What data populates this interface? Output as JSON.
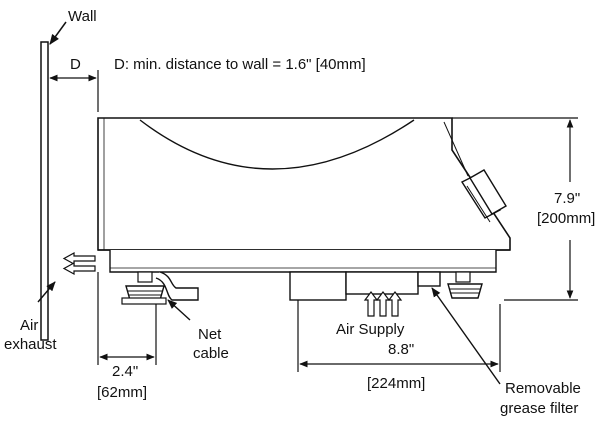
{
  "labels": {
    "wall": "Wall",
    "d_marker": "D",
    "d_note": "D: min. distance to wall = 1.6\" [40mm]",
    "height_in": "7.9\"",
    "height_mm": "[200mm]",
    "air_exhaust_1": "Air",
    "air_exhaust_2": "exhaust",
    "net_cable_1": "Net",
    "net_cable_2": "cable",
    "air_supply": "Air Supply",
    "offset_in": "2.4\"",
    "offset_mm": "[62mm]",
    "width_in": "8.8\"",
    "width_mm": "[224mm]",
    "filter_1": "Removable",
    "filter_2": "grease filter"
  }
}
